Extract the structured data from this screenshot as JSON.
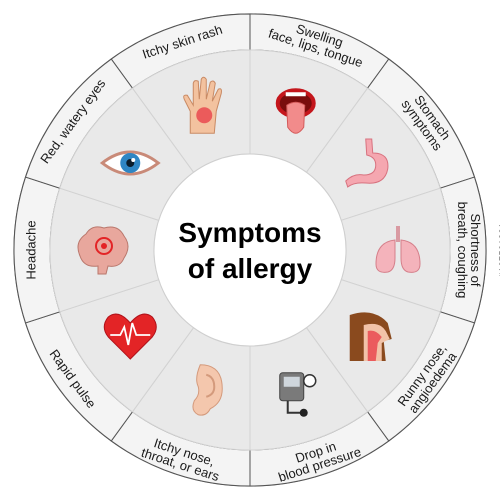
{
  "title": {
    "line1": "Symptoms",
    "line2": "of allergy"
  },
  "segments": [
    {
      "id": "itchy-skin-rash",
      "lines": [
        "Itchy skin rash"
      ],
      "icon": "hand-rash-icon"
    },
    {
      "id": "swelling",
      "lines": [
        "Swelling",
        "face, lips, tongue"
      ],
      "icon": "mouth-tongue-icon"
    },
    {
      "id": "stomach",
      "lines": [
        "Stomach",
        "symptoms"
      ],
      "icon": "stomach-icon"
    },
    {
      "id": "shortness-of-breath",
      "lines": [
        "Shortness of",
        "breath, coughing"
      ],
      "icon": "lungs-icon"
    },
    {
      "id": "runny-nose",
      "lines": [
        "Runny nose,",
        "angioedema"
      ],
      "icon": "nose-head-icon"
    },
    {
      "id": "blood-pressure",
      "lines": [
        "Drop in",
        "blood pressure"
      ],
      "icon": "blood-pressure-monitor-icon"
    },
    {
      "id": "itchy-nose",
      "lines": [
        "Itchy nose,",
        "throat, or ears"
      ],
      "icon": "ear-icon"
    },
    {
      "id": "rapid-pulse",
      "lines": [
        "Rapid pulse"
      ],
      "icon": "heart-pulse-icon"
    },
    {
      "id": "headache",
      "lines": [
        "Headache"
      ],
      "icon": "brain-icon"
    },
    {
      "id": "watery-eyes",
      "lines": [
        "Red, watery eyes"
      ],
      "icon": "eye-icon"
    }
  ],
  "colors": {
    "ring_border": "#555555",
    "band": "#f4f4f4",
    "wedge": "#e9e9e9",
    "center": "#ffffff"
  },
  "stock_id": "#167561301"
}
